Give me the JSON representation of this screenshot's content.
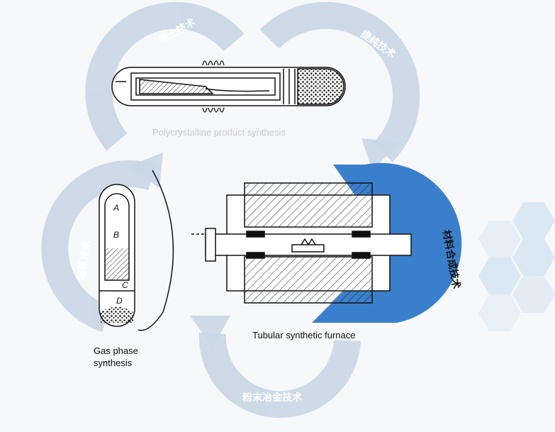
{
  "diagram": {
    "arc_labels": {
      "rare_earth": "稀土技术",
      "purification": "提纯技术",
      "material_synthesis": "材料合成技术",
      "powder_metallurgy": "粉末冶金技术",
      "melting": "熔炼技术"
    },
    "captions": {
      "polycrystalline": "Polycrystalline product synthesis",
      "tubular_furnace": "Tubular synthetic furnace",
      "gas_phase": "Gas phase\nsynthesis"
    },
    "ampoule_letters": [
      "A",
      "B",
      "C",
      "D"
    ]
  },
  "colors": {
    "pale_arc": "#c9d6e6",
    "pale_arc_text": "#ffffff",
    "accent_arc": "#3a7fcc",
    "hexagon": "#d6e6f2",
    "line_drawing": "#111111",
    "caption_light": "#c8c8c8",
    "caption_dark": "#111111"
  }
}
